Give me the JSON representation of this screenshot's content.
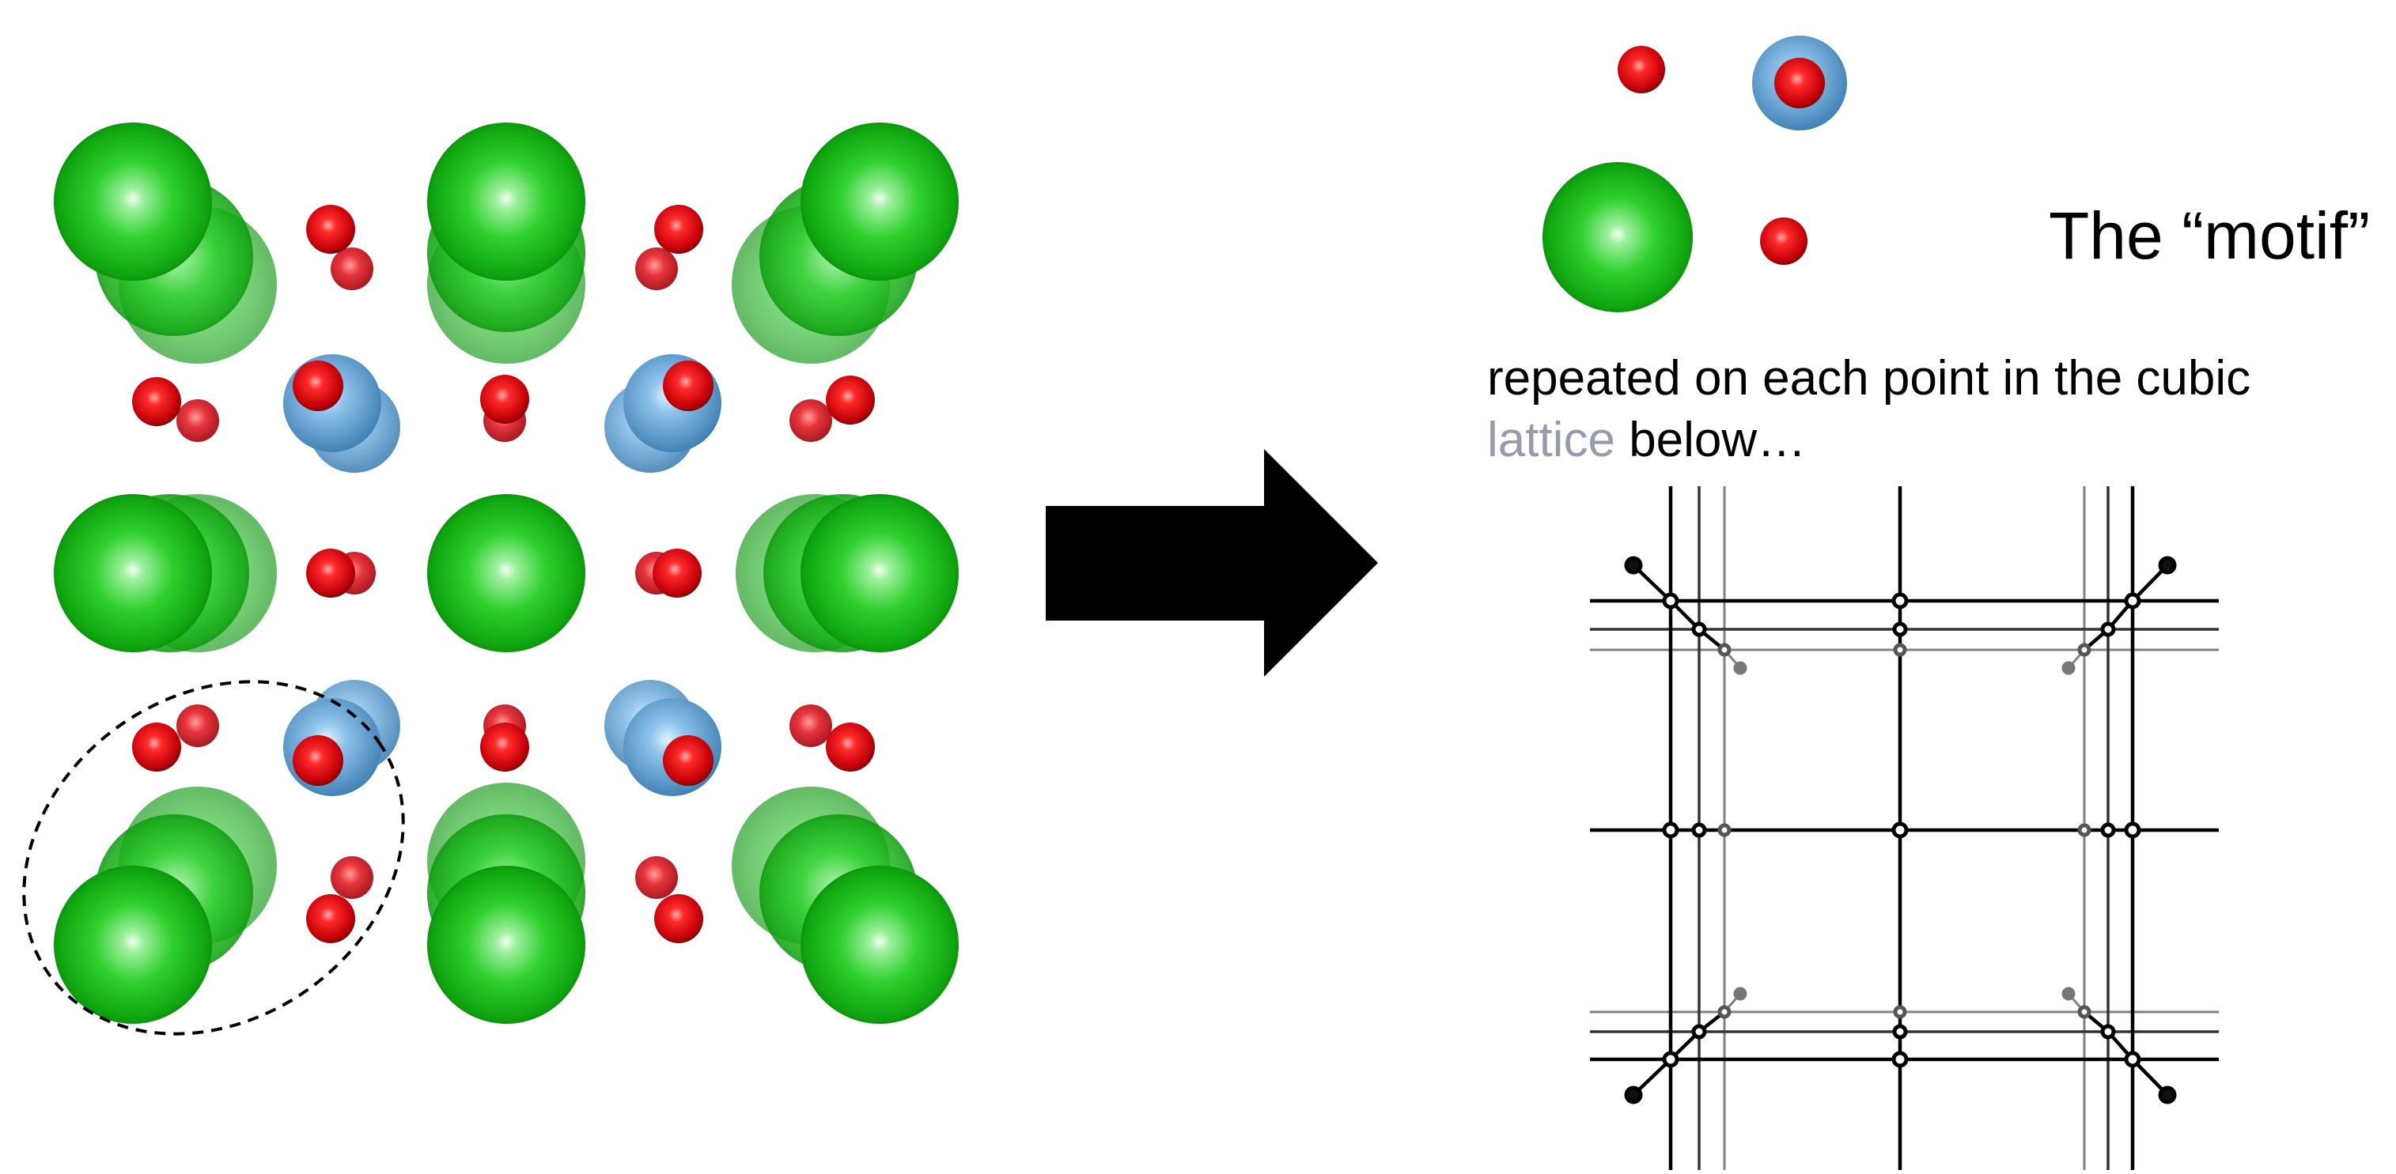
{
  "motif_label": "The “motif”",
  "caption": {
    "line1": "repeated on each point in the cubic",
    "lattice_word": "lattice",
    "line2_rest": " below…"
  },
  "colors": {
    "chlorine_green": "#1fc41f",
    "oxygen_red": "#e0101a",
    "cation_blue": "#6fa8d8",
    "arrow": "#000000",
    "lattice_word": "#9a9aae"
  },
  "icons": {
    "arrow": "right-arrow-icon"
  }
}
